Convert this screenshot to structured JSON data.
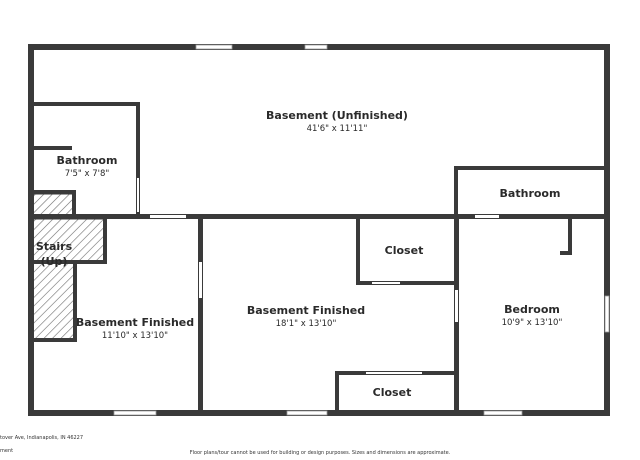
{
  "rooms": {
    "basement_unfinished": {
      "name": "Basement (Unfinished)",
      "dims": "41'6\" x 11'11\""
    },
    "bathroom_left": {
      "name": "Bathroom",
      "dims": "7'5\" x 7'8\""
    },
    "bathroom_right": {
      "name": "Bathroom"
    },
    "stairs": {
      "line1": "Stairs",
      "line2": "(Up)"
    },
    "basement_finished_left": {
      "name": "Basement Finished",
      "dims": "11'10\" x 13'10\""
    },
    "basement_finished_center": {
      "name": "Basement Finished",
      "dims": "18'1\" x 13'10\""
    },
    "closet_upper": {
      "name": "Closet"
    },
    "closet_lower": {
      "name": "Closet"
    },
    "bedroom": {
      "name": "Bedroom",
      "dims": "10'9\" x 13'10\""
    }
  },
  "footer": {
    "address": "tover Ave, Indianapolis, IN 46227",
    "address_line2": "ment",
    "disclaimer": "Floor plans/tour cannot be used for building or design purposes. Sizes and dimensions are approximate."
  }
}
